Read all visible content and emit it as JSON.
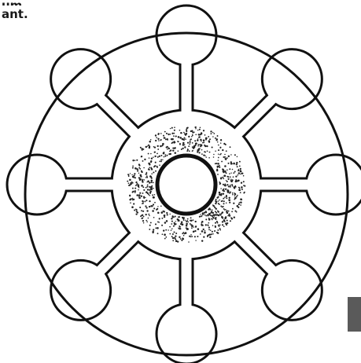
{
  "caption": {
    "line1": "um",
    "line2": "ant."
  },
  "diagram": {
    "lobe_count": 8,
    "stroke_color": "#111111",
    "fill_color": "#ffffff",
    "dot_color": "#222222"
  },
  "colors": {
    "background": "#ffffff",
    "corner_block": "#5a5a5a"
  }
}
